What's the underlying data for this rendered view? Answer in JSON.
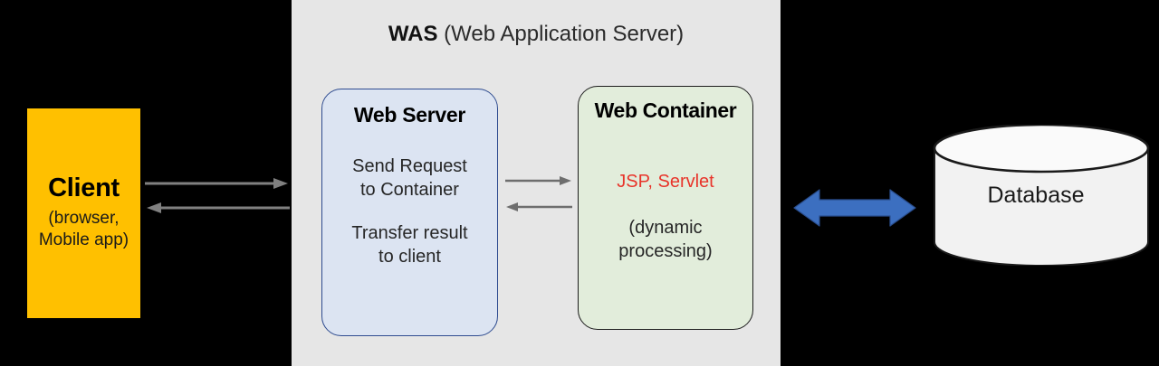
{
  "diagram": {
    "title_hidden": "WAS architecture diagram",
    "client": {
      "title": "Client",
      "sub_line_1": "(browser,",
      "sub_line_2": "Mobile app)",
      "fill_color": "#FFC000"
    },
    "was": {
      "title_bold": "WAS",
      "title_rest": "(Web Application Server)",
      "fill_color": "#E6E6E6"
    },
    "web_server": {
      "title": "Web Server",
      "line_1a": "Send Request",
      "line_1b": "to Container",
      "line_2a": "Transfer result",
      "line_2b": "to client",
      "fill_color": "#DCE4F2",
      "border_color": "#2E4B8F"
    },
    "web_container": {
      "title": "Web Container",
      "tech": "JSP, Servlet",
      "desc_1": "(dynamic",
      "desc_2": "processing)",
      "fill_color": "#E2EDDB",
      "border_color": "#1D1D1D",
      "tech_color": "#E8342A"
    },
    "database": {
      "label": "Database",
      "fill_color": "#F2F2F2",
      "stroke_color": "#1A1A1A"
    },
    "connectors": {
      "client_to_was": "request-arrow-right",
      "was_to_client": "response-arrow-left",
      "web_server_to_container": "forward-arrow-right",
      "container_to_web_server": "return-arrow-left",
      "was_to_database": "bidirectional-arrow",
      "gray_color": "#808080",
      "blue_color": "#3C6FC0"
    }
  }
}
